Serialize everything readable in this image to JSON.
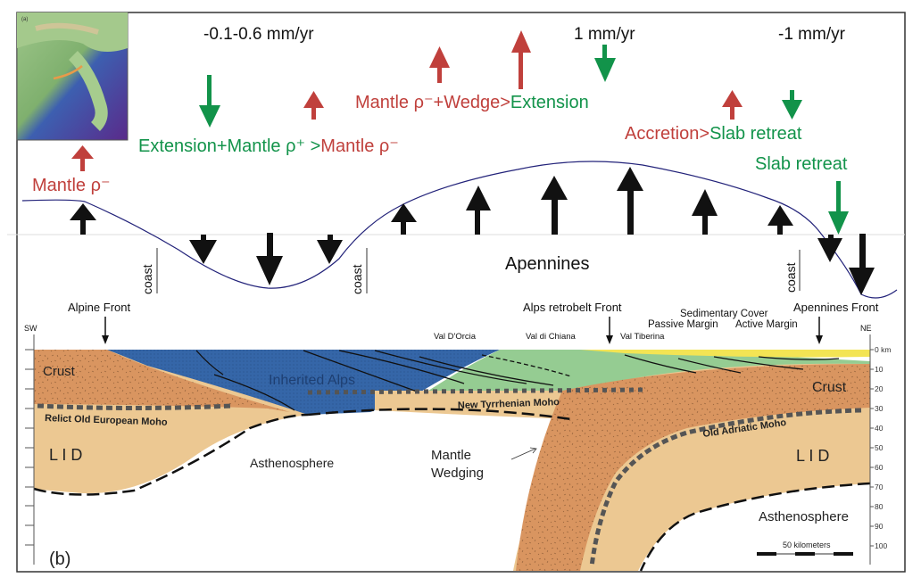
{
  "figure": {
    "panel_label": "(b)",
    "inset_label": "(a)",
    "colors": {
      "red": "#c0403c",
      "green": "#12934a",
      "profile_line": "#23237a",
      "crust": "#d99560",
      "lid": "#ecc892",
      "inherited_alps": "#3566a8",
      "wedge": "#95cc92",
      "sedimentary_cover": "#f3e454",
      "moho_dash": "#555555"
    }
  },
  "rates": {
    "left": "-0.1-0.6 mm/yr",
    "center": "1 mm/yr",
    "right": "-1 mm/yr"
  },
  "process_labels": {
    "mantle_left": "Mantle ρ⁻",
    "extension_part1": "Extension+Mantle ρ⁺ >",
    "extension_part2": "Mantle ρ⁻",
    "wedge_part1": "Mantle ρ⁻+Wedge>",
    "wedge_part2": "Extension",
    "accretion_part1": "Accretion>",
    "accretion_part2": "Slab retreat",
    "slab_retreat": "Slab retreat"
  },
  "topography": {
    "region_label": "Apennines",
    "coast_labels": [
      "coast",
      "coast",
      "coast"
    ]
  },
  "section": {
    "orientation": {
      "left": "SW",
      "right": "NE"
    },
    "fronts": {
      "alpine": "Alpine Front",
      "alps_retrobelt": "Alps retrobelt Front",
      "apennines": "Apennines Front"
    },
    "valleys": [
      "Val D'Orcia",
      "Val di Chiana",
      "Val Tiberina"
    ],
    "sediment_labels": {
      "cover": "Sedimentary Cover",
      "passive": "Passive Margin",
      "active": "Active Margin"
    },
    "units": {
      "crust_left": "Crust",
      "crust_right": "Crust",
      "inherited_alps": "Inherited Alps",
      "lid_left": "L I D",
      "lid_right": "L I D",
      "asthenosphere_left": "Asthenosphere",
      "asthenosphere_right": "Asthenosphere",
      "mantle_wedging_1": "Mantle",
      "mantle_wedging_2": "Wedging"
    },
    "mohos": {
      "relict_european": "Relict Old European Moho",
      "new_tyrrhenian": "New Tyrrhenian Moho",
      "old_adriatic": "Old Adriatic Moho"
    },
    "depth_axis": {
      "unit": "km",
      "ticks": [
        "0 km",
        "10",
        "20",
        "30",
        "40",
        "50",
        "60",
        "70",
        "80",
        "90",
        "100"
      ]
    },
    "scale_bar": "50 kilometers"
  }
}
